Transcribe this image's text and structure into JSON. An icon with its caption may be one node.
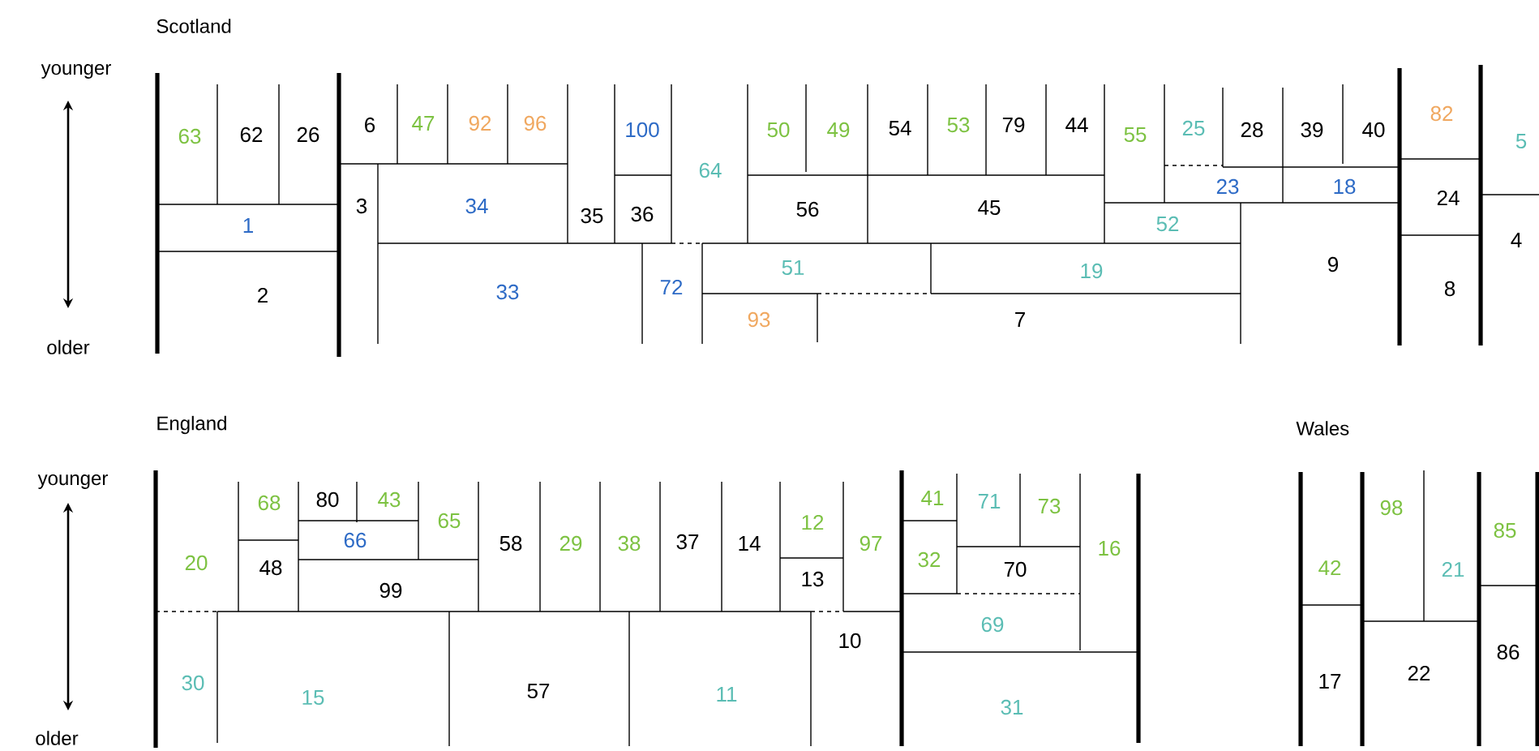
{
  "diagram": {
    "nodes": [
      {
        "text": [
          "63"
        ]
      },
      {
        "text": [
          "62"
        ]
      },
      {
        "text": [
          "26"
        ]
      },
      {
        "text": [
          "1"
        ]
      },
      {
        "text": [
          "2"
        ]
      },
      {
        "text": [
          "6"
        ]
      },
      {
        "text": [
          "47"
        ]
      },
      {
        "text": [
          "92"
        ]
      },
      {
        "text": [
          "96"
        ]
      },
      {
        "text": [
          "100"
        ]
      },
      {
        "text": [
          "3"
        ]
      },
      {
        "text": [
          "34"
        ]
      },
      {
        "text": [
          "35"
        ]
      },
      {
        "text": [
          "36"
        ]
      },
      {
        "text": [
          "33"
        ]
      },
      {
        "text": [
          "72"
        ]
      },
      {
        "text": [
          "64"
        ]
      },
      {
        "text": [
          "50"
        ]
      },
      {
        "text": [
          "49"
        ]
      },
      {
        "text": [
          "54"
        ]
      },
      {
        "text": [
          "53"
        ]
      },
      {
        "text": [
          "79"
        ]
      },
      {
        "text": [
          "44"
        ]
      },
      {
        "text": [
          "55"
        ]
      },
      {
        "text": [
          "25"
        ]
      },
      {
        "text": [
          "28"
        ]
      },
      {
        "text": [
          "39"
        ]
      },
      {
        "text": [
          "40"
        ]
      },
      {
        "text": [
          "56"
        ]
      },
      {
        "text": [
          "45"
        ]
      },
      {
        "text": [
          "23"
        ]
      },
      {
        "text": [
          "18"
        ]
      },
      {
        "text": [
          "52"
        ]
      },
      {
        "text": [
          "51"
        ]
      },
      {
        "text": [
          "19"
        ]
      },
      {
        "text": [
          "93"
        ]
      },
      {
        "text": [
          "7"
        ]
      },
      {
        "text": [
          "9"
        ]
      },
      {
        "text": [
          "82"
        ]
      },
      {
        "text": [
          "24"
        ]
      },
      {
        "text": [
          "8"
        ]
      },
      {
        "text": [
          "5"
        ]
      },
      {
        "text": [
          "4"
        ]
      },
      {
        "text": [
          "20"
        ]
      },
      {
        "text": [
          "68"
        ]
      },
      {
        "text": [
          "80"
        ]
      },
      {
        "text": [
          "43"
        ]
      },
      {
        "text": [
          "66"
        ]
      },
      {
        "text": [
          "48"
        ]
      },
      {
        "text": [
          "99"
        ]
      },
      {
        "text": [
          "65"
        ]
      },
      {
        "text": [
          "58"
        ]
      },
      {
        "text": [
          "29"
        ]
      },
      {
        "text": [
          "38"
        ]
      },
      {
        "text": [
          "37"
        ]
      },
      {
        "text": [
          "14"
        ]
      },
      {
        "text": [
          "12"
        ]
      },
      {
        "text": [
          "13"
        ]
      },
      {
        "text": [
          "97"
        ]
      },
      {
        "text": [
          "30"
        ]
      },
      {
        "text": [
          "15"
        ]
      },
      {
        "text": [
          "57"
        ]
      },
      {
        "text": [
          "11"
        ]
      },
      {
        "text": [
          "10"
        ]
      },
      {
        "text": [
          "41"
        ]
      },
      {
        "text": [
          "71"
        ]
      },
      {
        "text": [
          "73"
        ]
      },
      {
        "text": [
          "32"
        ]
      },
      {
        "text": [
          "70"
        ]
      },
      {
        "text": [
          "16"
        ]
      },
      {
        "text": [
          "69"
        ]
      },
      {
        "text": [
          "31"
        ]
      },
      {
        "text": [
          "42"
        ]
      },
      {
        "text": [
          "98"
        ]
      },
      {
        "text": [
          "21"
        ]
      },
      {
        "text": [
          "85"
        ]
      },
      {
        "text": [
          "17"
        ]
      },
      {
        "text": [
          "22"
        ]
      },
      {
        "text": [
          "86"
        ]
      }
    ],
    "labels": [
      "Scotland",
      "younger",
      "older",
      "England",
      "younger",
      "older",
      "Wales"
    ]
  }
}
